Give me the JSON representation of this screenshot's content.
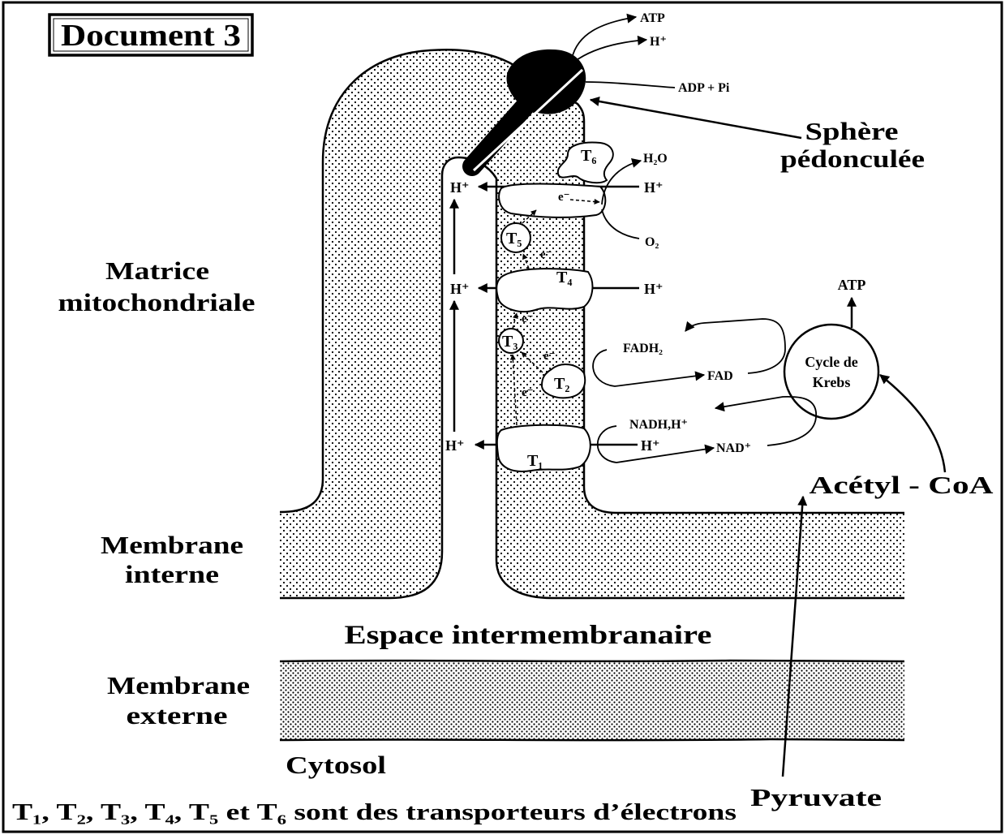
{
  "title": "Document 3",
  "labels": {
    "atp_top": "ATP",
    "h_top": "H⁺",
    "adp_pi": "ADP + Pi",
    "sphere_line1": "Sphère",
    "sphere_line2": "pédonculée",
    "matrix_line1": "Matrice",
    "matrix_line2": "mitochondriale",
    "inner_membrane_line1": "Membrane",
    "inner_membrane_line2": "interne",
    "intermembrane_space": "Espace intermembranaire",
    "outer_membrane_line1": "Membrane",
    "outer_membrane_line2": "externe",
    "cytosol": "Cytosol",
    "pyruvate": "Pyruvate",
    "acetyl_coa": "Acétyl - CoA",
    "krebs_line1": "Cycle de",
    "krebs_line2": "Krebs",
    "atp_krebs": "ATP",
    "fadh2": "FADH₂",
    "fad": "FAD",
    "nadh": "NADH,H⁺",
    "nad": "NAD⁺",
    "h2o": "H₂O",
    "o2": "O₂"
  },
  "transporters": [
    "T₁",
    "T₂",
    "T₃",
    "T₄",
    "T₅",
    "T₆"
  ],
  "protons": {
    "intermembrane": [
      "H⁺",
      "H⁺",
      "H⁺"
    ],
    "matrix": [
      "H⁺",
      "H⁺",
      "H⁺"
    ]
  },
  "electrons": [
    "e⁻",
    "e⁻",
    "e⁻",
    "e⁻",
    "e⁻"
  ],
  "caption": "T₁, T₂, T₃, T₄, T₅ et T₆ sont des transporteurs d’électrons"
}
